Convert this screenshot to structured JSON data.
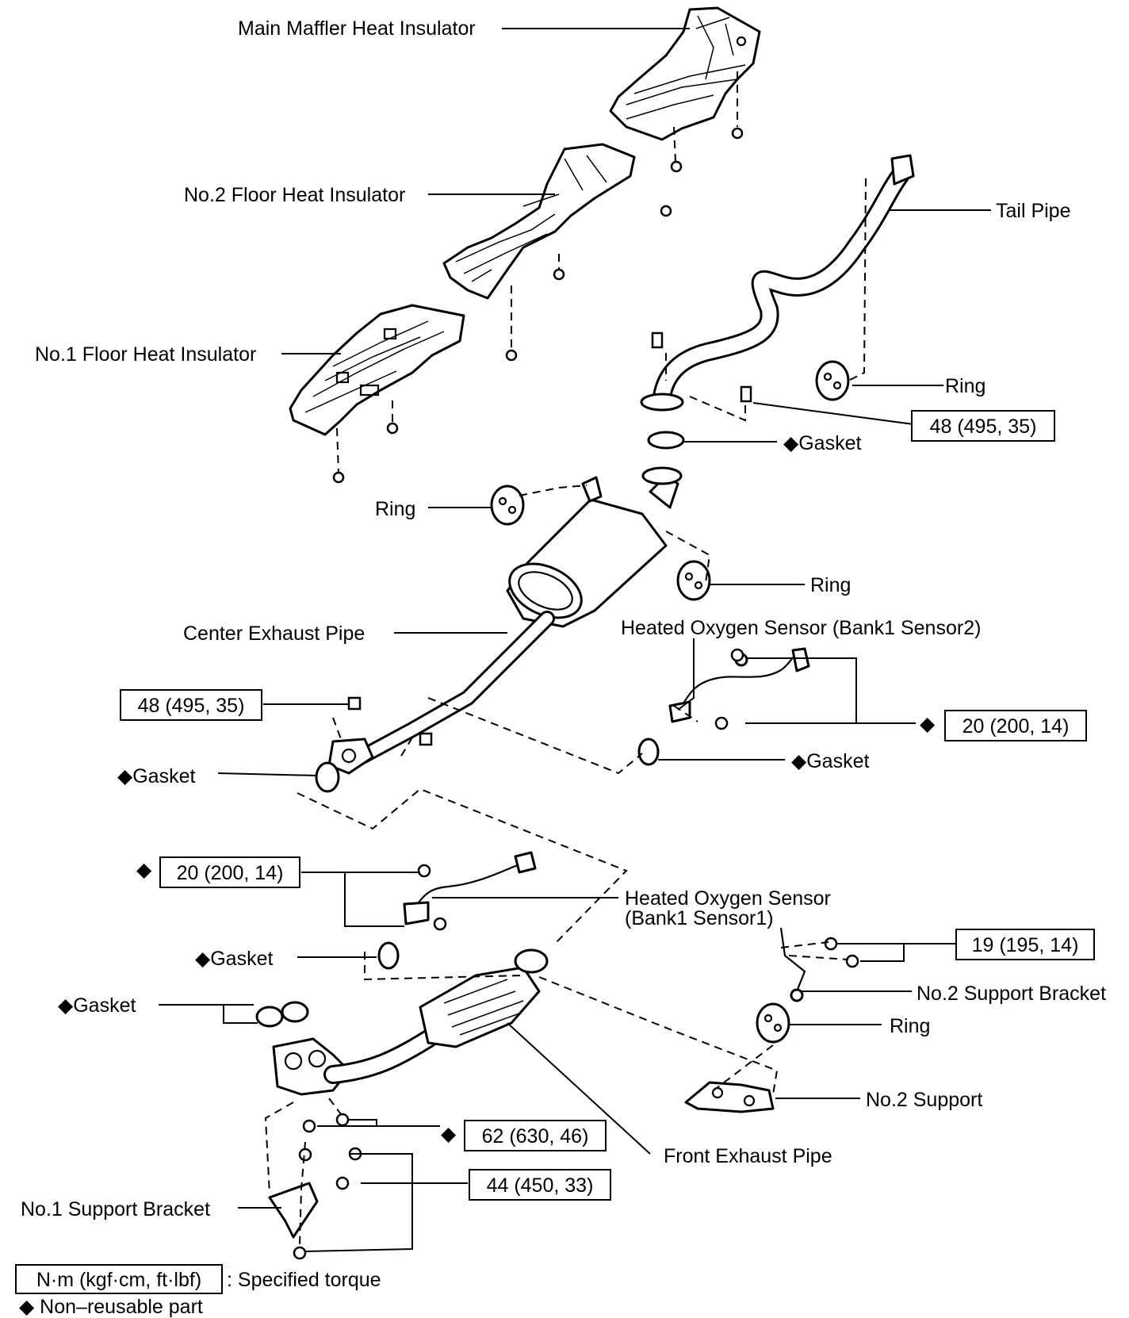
{
  "labels": {
    "main_muffler_heat_insulator": "Main Maffler Heat Insulator",
    "no2_floor_heat_insulator": "No.2 Floor Heat Insulator",
    "no1_floor_heat_insulator": "No.1 Floor Heat Insulator",
    "tail_pipe": "Tail Pipe",
    "ring_tail": "Ring",
    "gasket_tail": "◆Gasket",
    "ring_center_left": "Ring",
    "ring_center_right": "Ring",
    "center_exhaust_pipe": "Center Exhaust Pipe",
    "ho2s_bank1_sensor2": "Heated Oxygen Sensor (Bank1 Sensor2)",
    "gasket_center_left": "◆Gasket",
    "gasket_center_right": "◆Gasket",
    "ho2s_bank1_sensor1_line1": "Heated Oxygen Sensor",
    "ho2s_bank1_sensor1_line2": "(Bank1 Sensor1)",
    "gasket_sensor1": "◆Gasket",
    "gasket_manifold": "◆Gasket",
    "no2_support_bracket": "No.2 Support Bracket",
    "ring_support": "Ring",
    "no2_support": "No.2 Support",
    "front_exhaust_pipe": "Front Exhaust Pipe",
    "no1_support_bracket": "No.1 Support Bracket"
  },
  "torque": {
    "tail_flange": "48 (495, 35)",
    "center_flange": "48 (495, 35)",
    "sensor2": "20 (200, 14)",
    "sensor1": "20 (200, 14)",
    "no2_support_bracket": "19 (195, 14)",
    "front_manifold": "62 (630, 46)",
    "no1_support_bracket": "44 (450, 33)"
  },
  "markers": {
    "non_reusable_symbol": "◆"
  },
  "legend": {
    "unit_box": "N·m (kgf·cm, ft·lbf)",
    "unit_desc": ": Specified torque",
    "non_reusable": "◆ Non–reusable part"
  }
}
